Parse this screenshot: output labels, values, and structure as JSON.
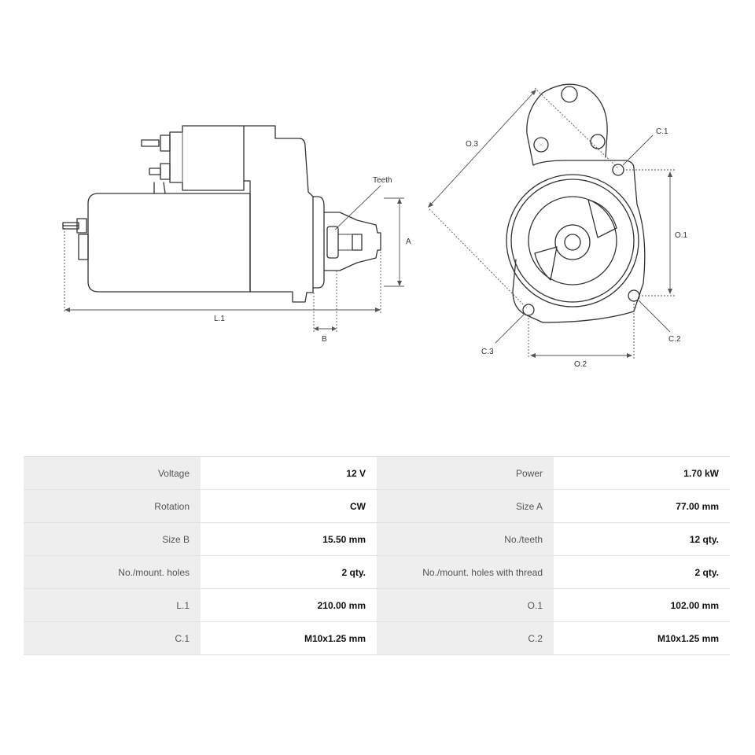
{
  "diagram": {
    "labels": {
      "teeth": "Teeth",
      "a": "A",
      "b": "B",
      "l1": "L.1",
      "o1": "O.1",
      "o2": "O.2",
      "o3": "O.3",
      "c1": "C.1",
      "c2": "C.2",
      "c3": "C.3"
    }
  },
  "specs": {
    "rows": [
      {
        "k1": "Voltage",
        "v1": "12 V",
        "k2": "Power",
        "v2": "1.70 kW"
      },
      {
        "k1": "Rotation",
        "v1": "CW",
        "k2": "Size A",
        "v2": "77.00 mm"
      },
      {
        "k1": "Size B",
        "v1": "15.50 mm",
        "k2": "No./teeth",
        "v2": "12 qty."
      },
      {
        "k1": "No./mount. holes",
        "v1": "2 qty.",
        "k2": "No./mount. holes with thread",
        "v2": "2 qty."
      },
      {
        "k1": "L.1",
        "v1": "210.00 mm",
        "k2": "O.1",
        "v2": "102.00 mm"
      },
      {
        "k1": "C.1",
        "v1": "M10x1.25 mm",
        "k2": "C.2",
        "v2": "M10x1.25 mm"
      }
    ]
  }
}
